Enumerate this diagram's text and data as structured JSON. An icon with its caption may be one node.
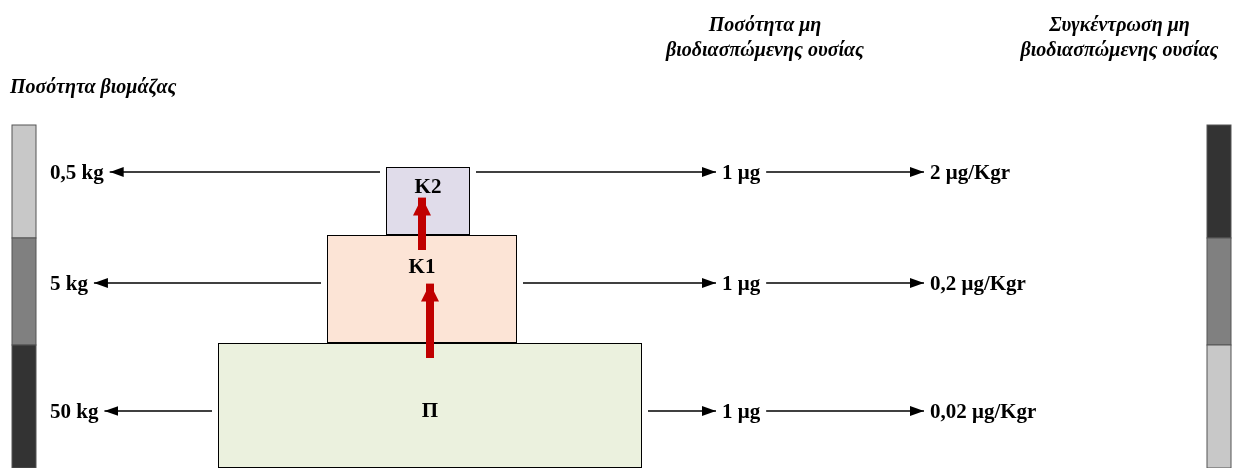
{
  "diagram": {
    "nodes": [
      {
        "text": [
          "Κ2"
        ]
      },
      {
        "text": [
          "Κ1"
        ]
      },
      {
        "text": [
          "Π"
        ]
      },
      {
        "text": [
          "0,5 kg"
        ]
      },
      {
        "text": [
          "5 kg"
        ]
      },
      {
        "text": [
          "50 kg"
        ]
      },
      {
        "text": [
          "1 μg"
        ]
      },
      {
        "text": [
          "1 μg"
        ]
      },
      {
        "text": [
          "1 μg"
        ]
      },
      {
        "text": [
          "2 μg/Kgr"
        ]
      },
      {
        "text": [
          "0,2 μg/Kgr"
        ]
      },
      {
        "text": [
          "0,02 μg/Kgr"
        ]
      }
    ],
    "edges": [
      {
        "from": 0,
        "to": 3,
        "arrow": "to"
      },
      {
        "from": 0,
        "to": 6,
        "arrow": "to"
      },
      {
        "from": 6,
        "to": 9,
        "arrow": "to"
      },
      {
        "from": 1,
        "to": 4,
        "arrow": "to"
      },
      {
        "from": 1,
        "to": 7,
        "arrow": "to"
      },
      {
        "from": 7,
        "to": 10,
        "arrow": "to"
      },
      {
        "from": 2,
        "to": 5,
        "arrow": "to"
      },
      {
        "from": 2,
        "to": 8,
        "arrow": "to"
      },
      {
        "from": 8,
        "to": 11,
        "arrow": "to"
      },
      {
        "from": 2,
        "to": 1,
        "arrow": "to",
        "style": "thick",
        "color": "#c00000"
      },
      {
        "from": 1,
        "to": 0,
        "arrow": "to",
        "style": "thick",
        "color": "#c00000"
      }
    ],
    "labels": [
      "Ποσότητα βιομάζας",
      "Ποσότητα μη βιοδιασπώμενης ουσίας",
      "Συγκέντρωση μη βιοδιασπώμενης ουσίας"
    ]
  }
}
